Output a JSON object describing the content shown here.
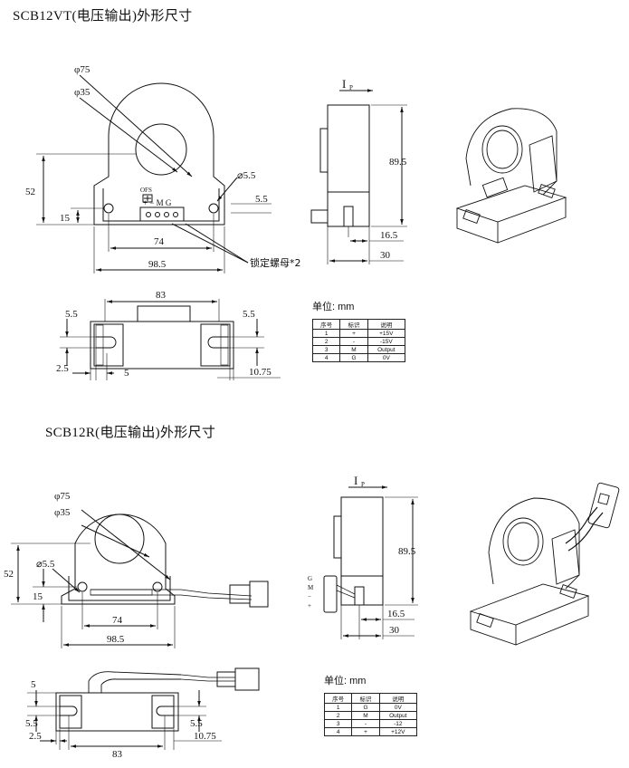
{
  "section1": {
    "title": "SCB12VT(电压输出)外形尺寸",
    "dims": {
      "d_outer": "φ75",
      "d_inner": "φ35",
      "hole": "⌀5.5",
      "h52": "52",
      "h15": "15",
      "w74": "74",
      "w98": "98.5",
      "r55": "5.5",
      "side_ip": "I",
      "side_ip_sub": "P",
      "side_h": "89.5",
      "side_165": "16.5",
      "side_30": "30",
      "nut": "锁定螺母*2",
      "ofs": "OFS",
      "pins": "+ − M G",
      "bot_83": "83",
      "bot_55l": "5.5",
      "bot_55r": "5.5",
      "bot_25": "2.5",
      "bot_5": "5",
      "bot_1075": "10.75"
    },
    "unit": "单位: mm",
    "table": {
      "headers": [
        "序号",
        "标识",
        "说明"
      ],
      "rows": [
        [
          "1",
          "+",
          "+15V"
        ],
        [
          "2",
          "-",
          "-15V"
        ],
        [
          "3",
          "M",
          "Output"
        ],
        [
          "4",
          "G",
          "0V"
        ]
      ]
    }
  },
  "section2": {
    "title": "SCB12R(电压输出)外形尺寸",
    "dims": {
      "d_outer": "φ75",
      "d_inner": "φ35",
      "hole": "⌀5.5",
      "h52": "52",
      "h15": "15",
      "w74": "74",
      "w98": "98.5",
      "side_ip": "I",
      "side_ip_sub": "P",
      "side_h": "89.5",
      "side_165": "16.5",
      "side_30": "30",
      "conn_labels": [
        "G",
        "M",
        "−",
        "+"
      ],
      "bot_5": "5",
      "bot_55a": "5.5",
      "bot_55b": "5.5",
      "bot_25": "2.5",
      "bot_83": "83",
      "bot_1075": "10.75"
    },
    "unit": "单位: mm",
    "table": {
      "headers": [
        "序号",
        "标识",
        "说明"
      ],
      "rows": [
        [
          "1",
          "G",
          "0V"
        ],
        [
          "2",
          "M",
          "Output"
        ],
        [
          "3",
          "-",
          "-12"
        ],
        [
          "4",
          "+",
          "+12V"
        ]
      ]
    }
  }
}
